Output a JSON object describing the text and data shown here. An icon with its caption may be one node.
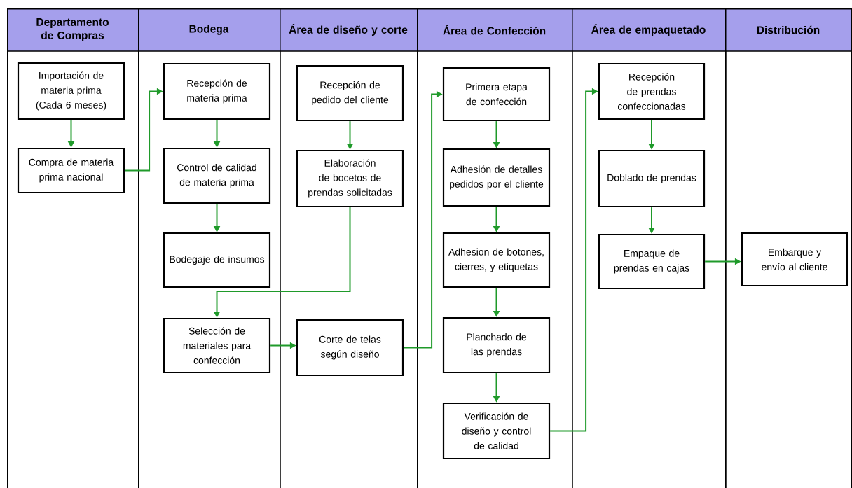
{
  "diagram": {
    "nodes": [
      {
        "text": [
          "Departamento de Compras"
        ]
      },
      {
        "text": [
          "Bodega"
        ]
      },
      {
        "text": [
          "Área de diseño y corte"
        ]
      },
      {
        "text": [
          "Área de Confección"
        ]
      },
      {
        "text": [
          "Área de empaquetado"
        ]
      },
      {
        "text": [
          "Distribución"
        ]
      },
      {
        "text": [
          "Importación de materia prima (Cada 6 meses)"
        ],
        "in": 0
      },
      {
        "text": [
          "Compra de materia prima nacional"
        ],
        "in": 0
      },
      {
        "text": [
          "Recepción de materia prima"
        ],
        "in": 1
      },
      {
        "text": [
          "Control de calidad de materia prima"
        ],
        "in": 1
      },
      {
        "text": [
          "Bodegaje de insumos"
        ],
        "in": 1
      },
      {
        "text": [
          "Selección de materiales para confección"
        ],
        "in": 1
      },
      {
        "text": [
          "Recepción de pedido del cliente"
        ],
        "in": 2
      },
      {
        "text": [
          "Elaboración de bocetos de prendas solicitadas"
        ],
        "in": 2
      },
      {
        "text": [
          "Corte de telas según diseño"
        ],
        "in": 2
      },
      {
        "text": [
          "Primera etapa de confección"
        ],
        "in": 3
      },
      {
        "text": [
          "Adhesión de detalles pedidos por el cliente"
        ],
        "in": 3
      },
      {
        "text": [
          "Adhesion de botones, cierres, y etiquetas"
        ],
        "in": 3
      },
      {
        "text": [
          "Planchado de las prendas"
        ],
        "in": 3
      },
      {
        "text": [
          "Verificación de diseño y control de calidad"
        ],
        "in": 3
      },
      {
        "text": [
          "Recepción de prendas confeccionadas"
        ],
        "in": 4
      },
      {
        "text": [
          "Doblado de prendas"
        ],
        "in": 4
      },
      {
        "text": [
          "Empaque de prendas en cajas"
        ],
        "in": 4
      },
      {
        "text": [
          "Embarque y envío al cliente"
        ],
        "in": 5
      }
    ],
    "edges": [
      {
        "from": 6,
        "to": 7,
        "arrow": "to"
      },
      {
        "from": 7,
        "to": 8,
        "arrow": "to"
      },
      {
        "from": 8,
        "to": 9,
        "arrow": "to"
      },
      {
        "from": 9,
        "to": 10,
        "arrow": "to"
      },
      {
        "from": 12,
        "to": 13,
        "arrow": "to"
      },
      {
        "from": 13,
        "to": 11,
        "arrow": "to"
      },
      {
        "from": 11,
        "to": 14,
        "arrow": "to"
      },
      {
        "from": 14,
        "to": 15,
        "arrow": "to"
      },
      {
        "from": 15,
        "to": 16,
        "arrow": "to"
      },
      {
        "from": 16,
        "to": 17,
        "arrow": "to"
      },
      {
        "from": 17,
        "to": 18,
        "arrow": "to"
      },
      {
        "from": 18,
        "to": 19,
        "arrow": "to"
      },
      {
        "from": 19,
        "to": 20,
        "arrow": "to"
      },
      {
        "from": 20,
        "to": 21,
        "arrow": "to"
      },
      {
        "from": 21,
        "to": 22,
        "arrow": "to"
      },
      {
        "from": 22,
        "to": 23,
        "arrow": "to"
      }
    ]
  }
}
